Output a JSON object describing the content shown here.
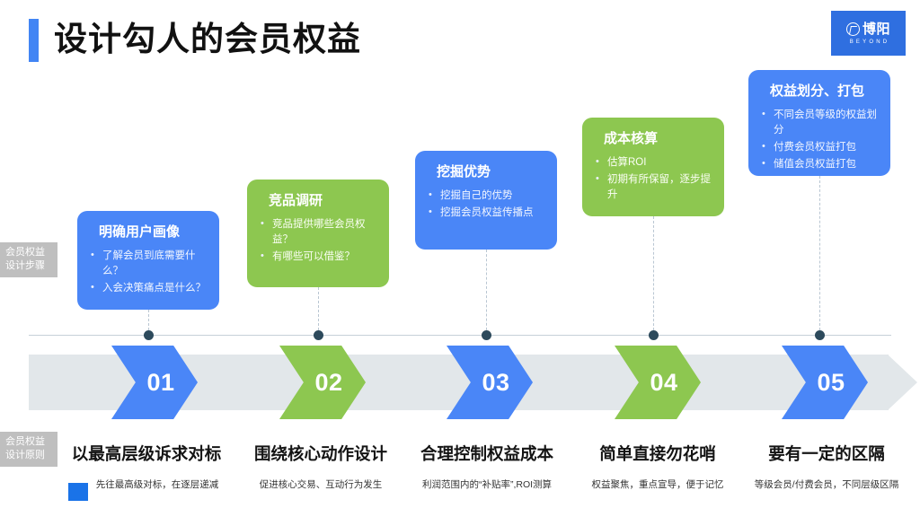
{
  "header": {
    "title": "设计勾人的会员权益",
    "accent_color": "#4285f4",
    "logo": {
      "name": "beyond-logo",
      "cn_text": "博阳",
      "en_text": "BEYOND",
      "background": "#2f6fe0"
    }
  },
  "side_labels": {
    "steps": {
      "line1": "会员权益",
      "line2": "设计步骤"
    },
    "principles": {
      "line1": "会员权益",
      "line2": "设计原则"
    }
  },
  "steps": [
    {
      "number": "01",
      "color": "#4a86f7",
      "card_title": "明确用户画像",
      "bullets": [
        "了解会员到底需要什么？",
        "入会决策痛点是什么？"
      ]
    },
    {
      "number": "02",
      "color": "#8dc750",
      "card_title": "竞品调研",
      "bullets": [
        "竞品提供哪些会员权益？",
        "有哪些可以借鉴？"
      ]
    },
    {
      "number": "03",
      "color": "#4a86f7",
      "card_title": "挖掘优势",
      "bullets": [
        "挖掘自己的优势",
        "挖掘会员权益传播点"
      ]
    },
    {
      "number": "04",
      "color": "#8dc750",
      "card_title": "成本核算",
      "bullets": [
        "估算ROI",
        "初期有所保留，逐步提升"
      ]
    },
    {
      "number": "05",
      "color": "#4a86f7",
      "card_title": "权益划分、打包",
      "bullets": [
        "不同会员等级的权益划分",
        "付费会员权益打包",
        "储值会员权益打包"
      ]
    }
  ],
  "principles": [
    {
      "title": "以最高层级诉求对标",
      "desc": "先往最高级对标，在逐层递减"
    },
    {
      "title": "围绕核心动作设计",
      "desc": "促进核心交易、互动行为发生"
    },
    {
      "title": "合理控制权益成本",
      "desc": "利润范围内的“补贴率”,ROI测算"
    },
    {
      "title": "简单直接勿花哨",
      "desc": "权益聚焦，重点宣导，便于记忆"
    },
    {
      "title": "要有一定的区隔",
      "desc": "等级会员/付费会员，不同层级区隔"
    }
  ],
  "palette": {
    "blue": "#4a86f7",
    "green": "#8dc750",
    "band_gray": "#e2e7ea",
    "label_gray": "#bfbfbf",
    "node_dot": "#2d4a5c",
    "swatch_blue": "#1a73e8"
  }
}
